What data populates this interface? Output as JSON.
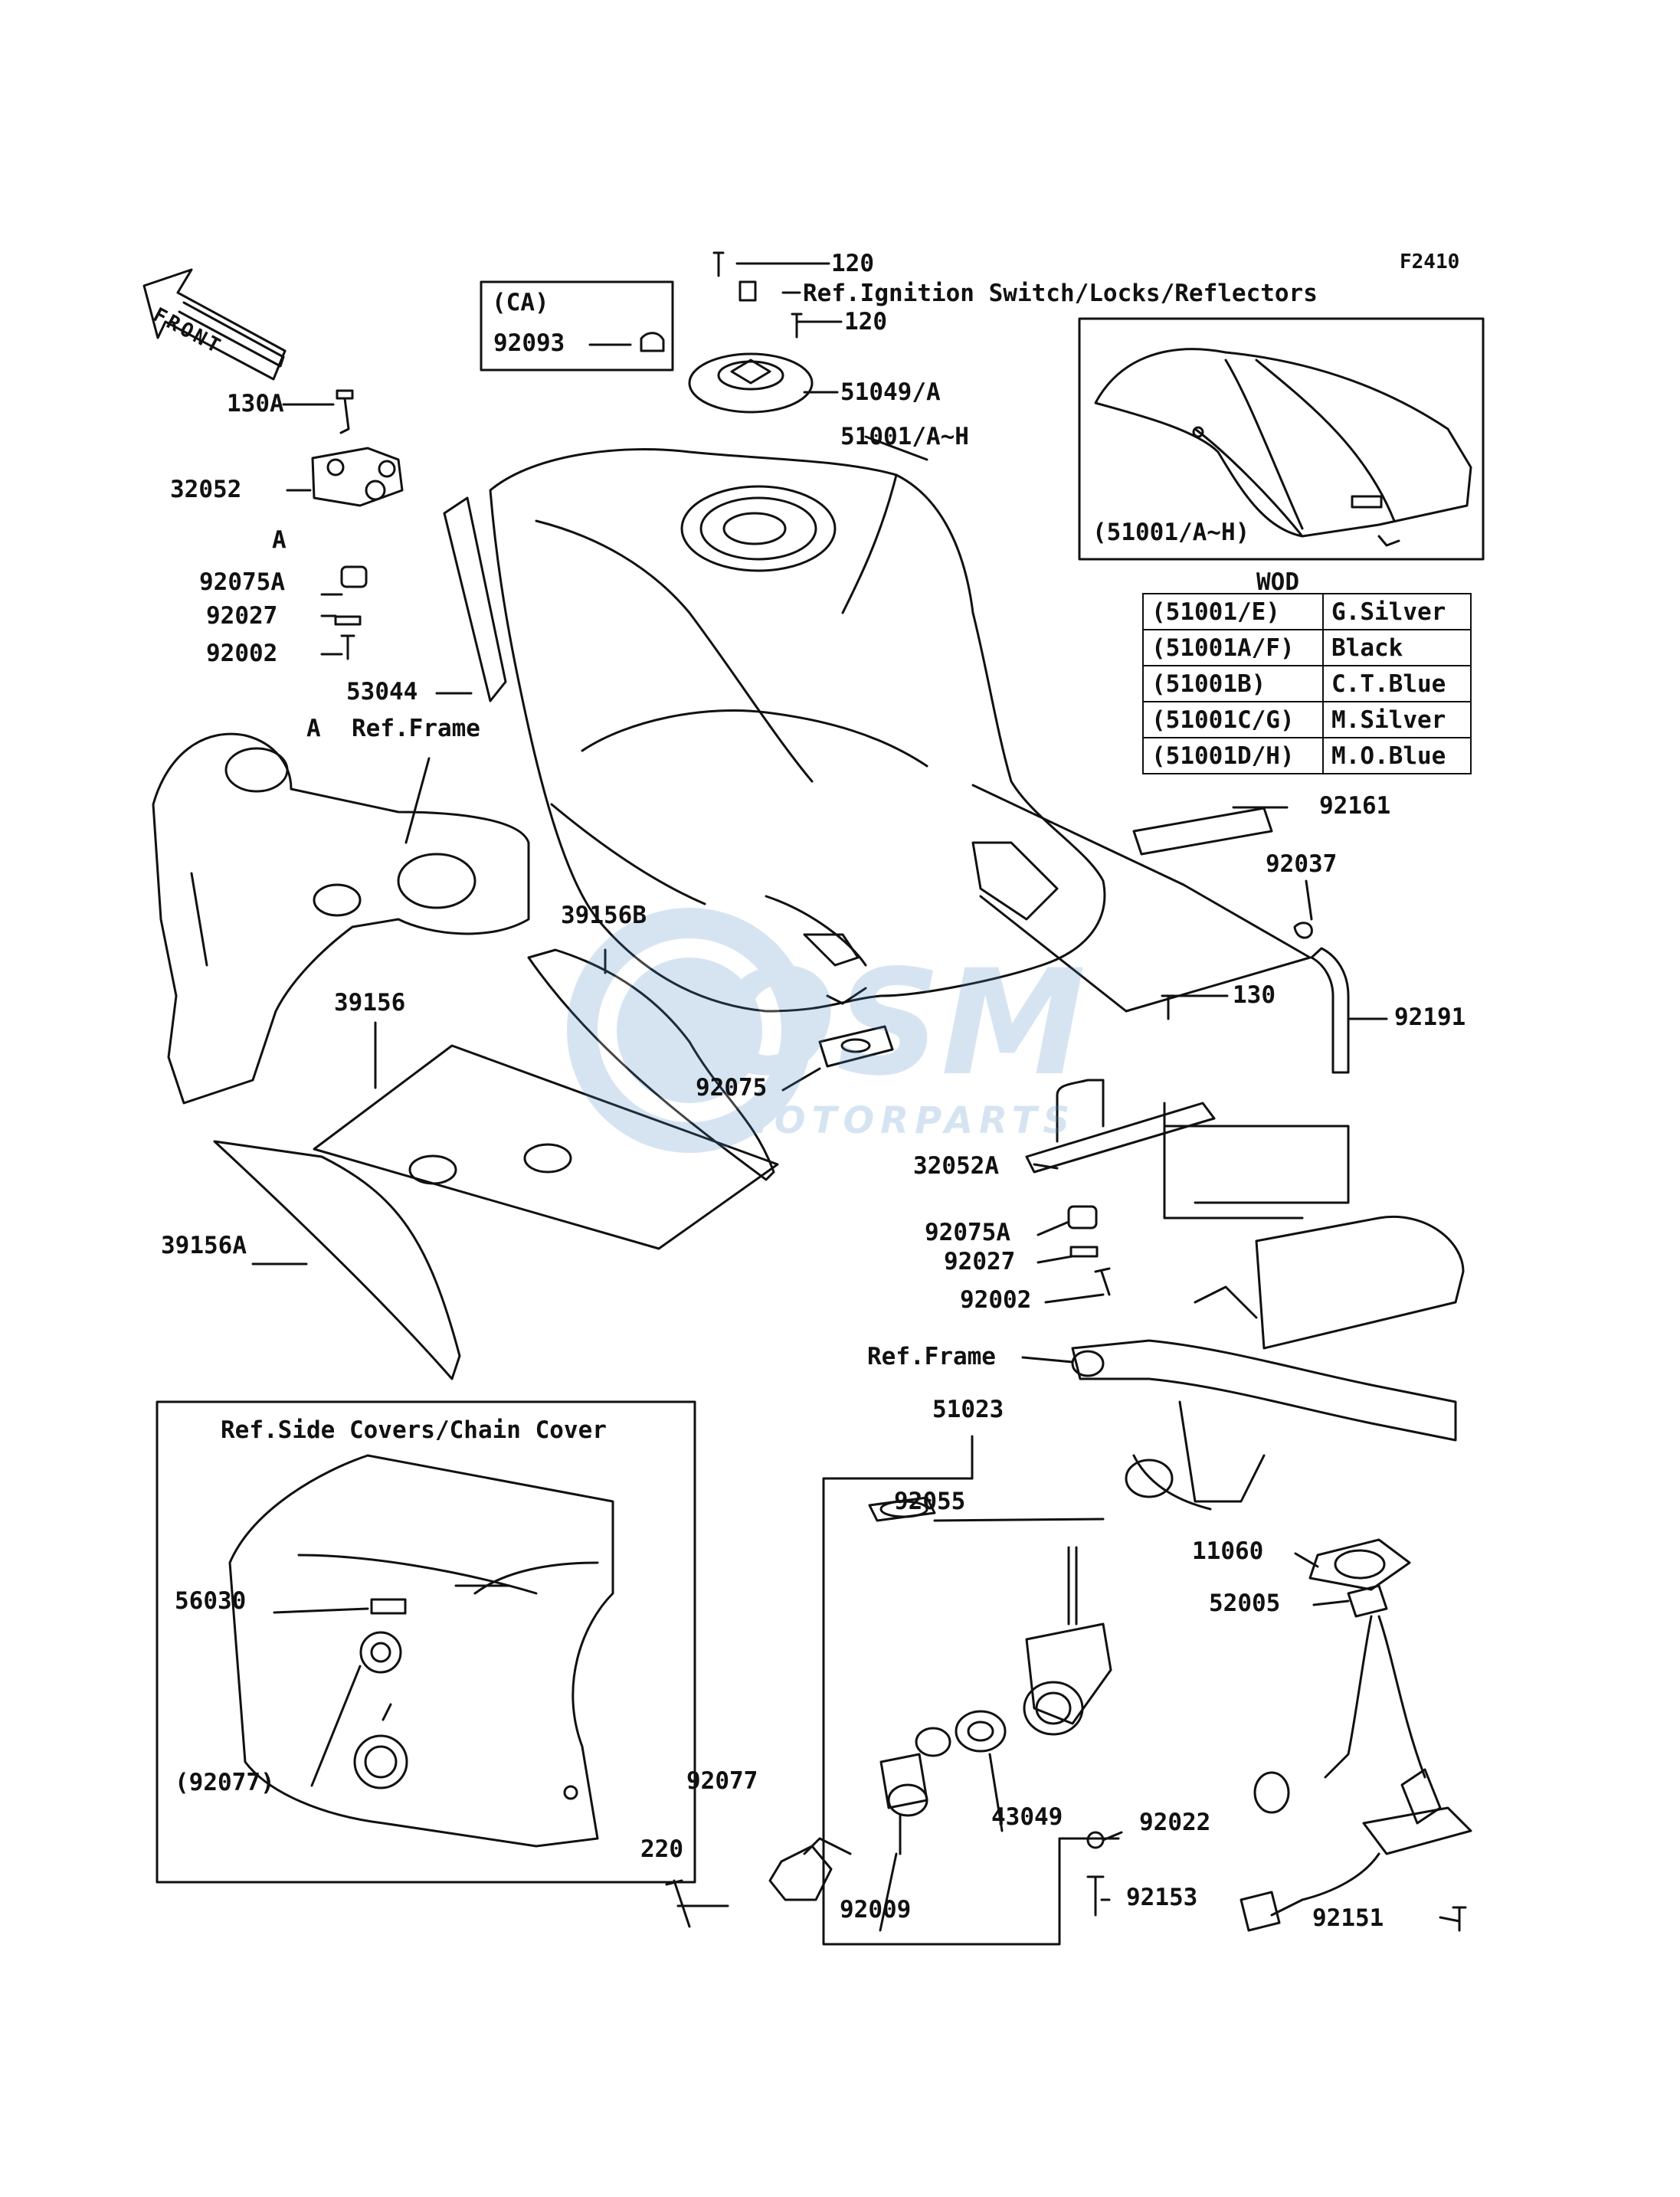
{
  "diagram_code": "F2410",
  "front_arrow": "FRONT",
  "watermark": {
    "brand": "OSM",
    "sub": "MOTORPARTS"
  },
  "labels": {
    "p120_top": "120",
    "ref_ignition": "Ref.Ignition Switch/Locks/Reflectors",
    "p120_b": "120",
    "ca": "(CA)",
    "p92093": "92093",
    "p51049": "51049/A",
    "p51001": "51001/A~H",
    "p130A": "130A",
    "p32052": "32052",
    "circleA1": "A",
    "p92075A_top": "92075A",
    "p92027_top": "92027",
    "p92002_top": "92002",
    "p53044": "53044",
    "circleA2": "A",
    "ref_frame_top": "Ref.Frame",
    "p39156B": "39156B",
    "p39156": "39156",
    "p39156A": "39156A",
    "p92075": "92075",
    "p92161": "92161",
    "p92037": "92037",
    "p130": "130",
    "p92191": "92191",
    "p32052A": "32052A",
    "p92075A_mid": "92075A",
    "p92027_mid": "92027",
    "p92002_mid": "92002",
    "ref_frame_mid": "Ref.Frame",
    "p51023": "51023",
    "p92055": "92055",
    "p11060": "11060",
    "p52005": "52005",
    "ref_side_covers": "Ref.Side Covers/Chain Cover",
    "p56030": "56030",
    "p92077_paren": "(92077)",
    "p92077": "92077",
    "p220": "220",
    "p43049": "43049",
    "p92022": "92022",
    "p92009": "92009",
    "p92153": "92153",
    "p92151": "92151",
    "inset_caption": "(51001/A~H)"
  },
  "wod_table": {
    "title": "WOD",
    "rows": [
      {
        "part": "(51001/E)",
        "color": "G.Silver"
      },
      {
        "part": "(51001A/F)",
        "color": "Black"
      },
      {
        "part": "(51001B)",
        "color": "C.T.Blue"
      },
      {
        "part": "(51001C/G)",
        "color": "M.Silver"
      },
      {
        "part": "(51001D/H)",
        "color": "M.O.Blue"
      }
    ]
  }
}
